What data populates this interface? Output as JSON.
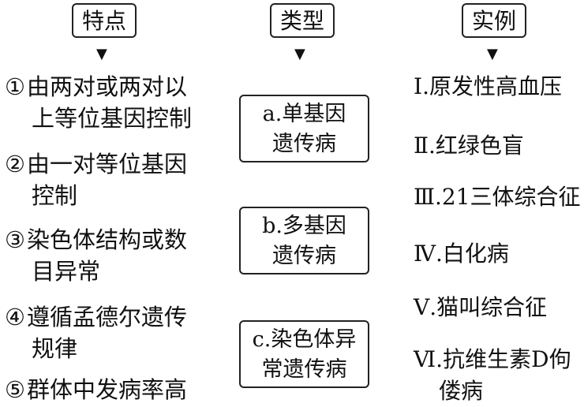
{
  "headers": {
    "features": "特点",
    "types": "类型",
    "examples": "实例"
  },
  "arrow_glyph": "▼",
  "features": [
    {
      "num": "①",
      "lines": [
        "由两对或两对以",
        "上等位基因控制"
      ]
    },
    {
      "num": "②",
      "lines": [
        "由一对等位基因",
        "控制"
      ]
    },
    {
      "num": "③",
      "lines": [
        "染色体结构或数",
        "目异常"
      ]
    },
    {
      "num": "④",
      "lines": [
        "遵循孟德尔遗传",
        "规律"
      ]
    },
    {
      "num": "⑤",
      "lines": [
        "群体中发病率高",
        ""
      ]
    }
  ],
  "types": [
    {
      "lines": [
        "a.单基因",
        "遗传病"
      ]
    },
    {
      "lines": [
        "b.多基因",
        "遗传病"
      ]
    },
    {
      "lines": [
        "c.染色体异",
        "常遗传病"
      ]
    }
  ],
  "examples": [
    {
      "num": "Ⅰ",
      "lines": [
        ".原发性高血压",
        ""
      ]
    },
    {
      "num": "Ⅱ",
      "lines": [
        ".红绿色盲",
        ""
      ]
    },
    {
      "num": "Ⅲ",
      "lines": [
        ".21三体综合征",
        ""
      ]
    },
    {
      "num": "Ⅳ",
      "lines": [
        ".白化病",
        ""
      ]
    },
    {
      "num": "Ⅴ",
      "lines": [
        ".猫叫综合征",
        ""
      ]
    },
    {
      "num": "Ⅵ",
      "lines": [
        ".抗维生素D佝",
        "偻病"
      ]
    }
  ]
}
